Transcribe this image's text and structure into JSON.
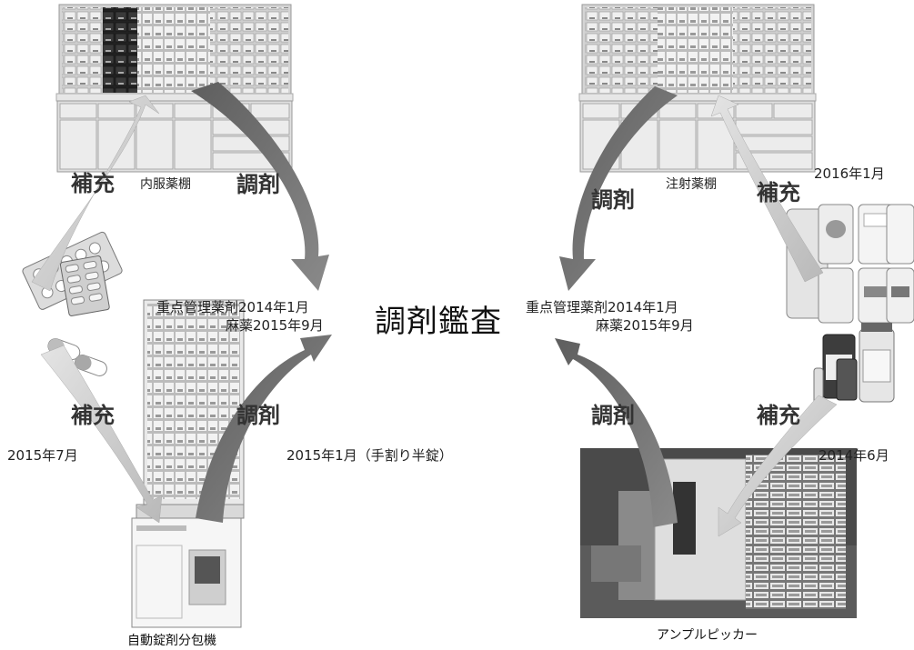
{
  "center": {
    "title": "調剤鑑査"
  },
  "notes": {
    "left_line1": "重点管理薬剤2014年1月",
    "left_line2": "麻薬2015年9月",
    "right_line1": "重点管理薬剤2014年1月",
    "right_line2": "麻薬2015年9月"
  },
  "quadrants": {
    "top_left": {
      "caption": "内服薬棚",
      "arrow_in": "補充",
      "arrow_out": "調剤"
    },
    "top_right": {
      "caption": "注射薬棚",
      "arrow_in": "補充",
      "arrow_out": "調剤",
      "date": "2016年1月"
    },
    "bottom_left": {
      "caption": "自動錠剤分包機",
      "arrow_in": "補充",
      "arrow_out": "調剤",
      "date_in": "2015年7月",
      "date_out": "2015年1月（手割り半錠）"
    },
    "bottom_right": {
      "caption": "アンプルピッカー",
      "arrow_in": "補充",
      "arrow_out": "調剤",
      "date": "2014年6月"
    }
  },
  "colors": {
    "arrow_in": "#cfcfcf",
    "arrow_out": "#6f6f6f",
    "cabinet": "#d9d9d9",
    "picker_bg": "#4a4a4a"
  }
}
